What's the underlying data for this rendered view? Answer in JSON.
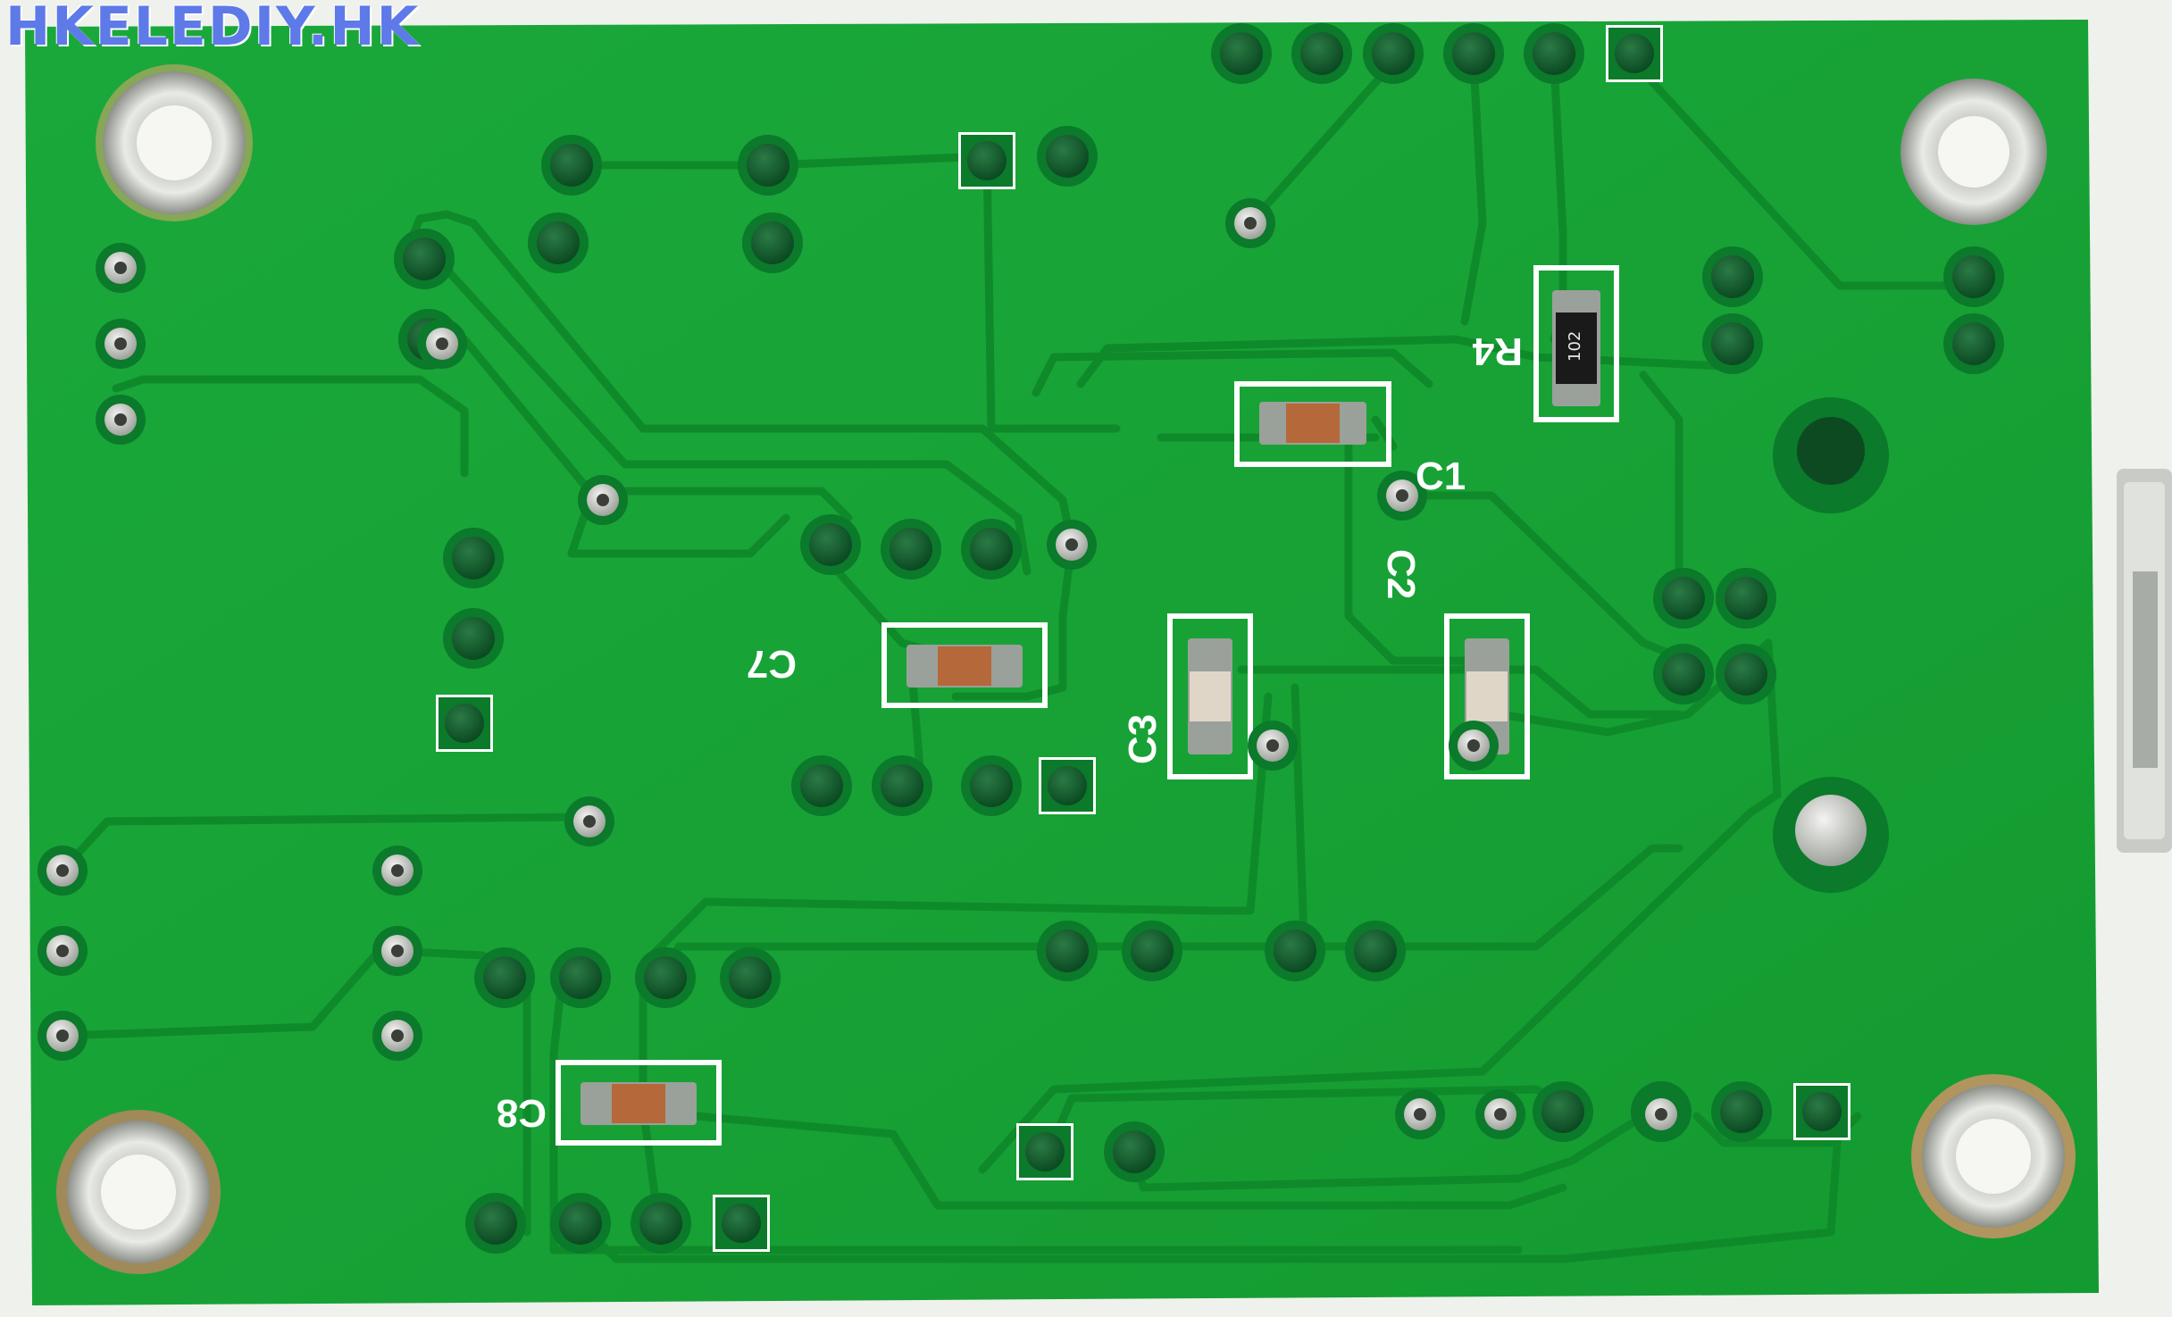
{
  "watermark": "HKELEDIY.HK",
  "silkscreen": {
    "c1": "C1",
    "c2": "C2",
    "c3": "C3",
    "c7": "C7",
    "c8": "C8",
    "r4": "R4",
    "resistor_code": "102"
  },
  "colors": {
    "board": "#17a333",
    "trace": "#0f8a2a",
    "pad": "#0d5a2a",
    "silk": "#ffffff",
    "watermark": "#5e79e8",
    "capacitor": "#b5683a"
  },
  "icons": {
    "mounting_hole": "mounting-hole-icon",
    "via": "via-icon",
    "pad": "solder-pad-icon",
    "capacitor": "smd-capacitor-icon",
    "resistor": "smd-resistor-icon",
    "connector": "usb-connector-icon"
  }
}
